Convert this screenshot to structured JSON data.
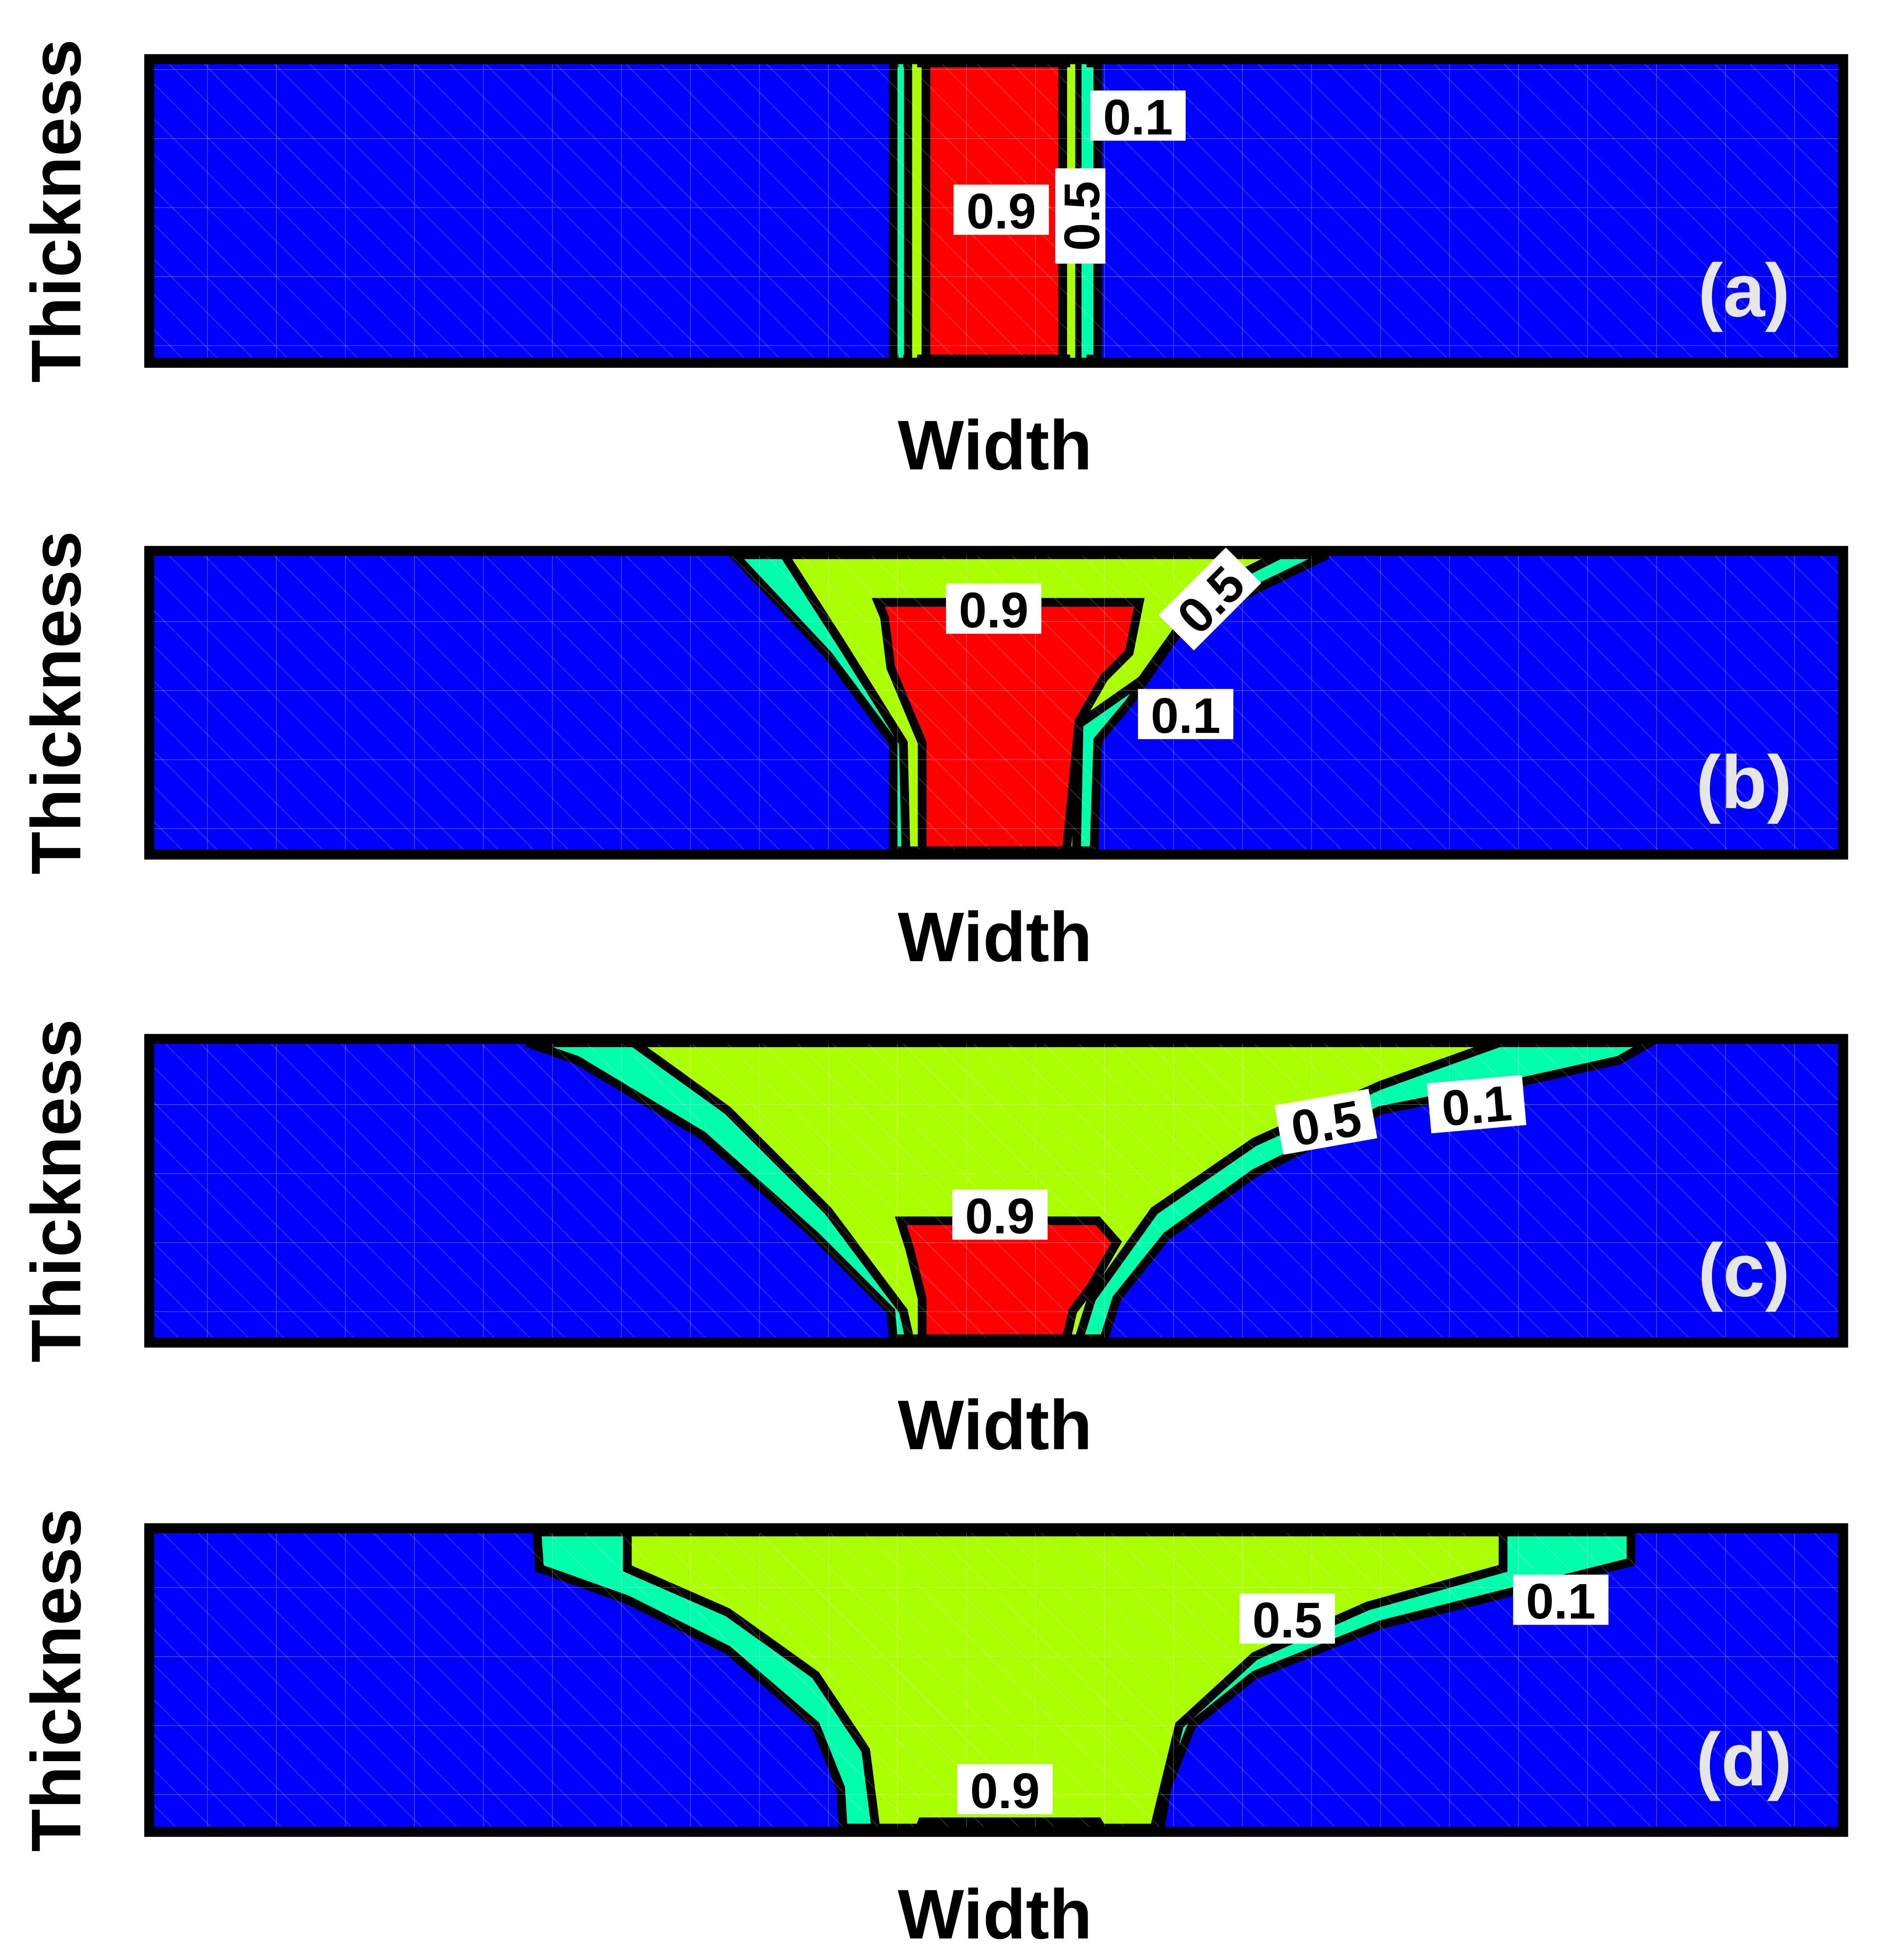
{
  "figure": {
    "x_axis_label": "Width",
    "y_axis_label": "Thickness",
    "colors": {
      "level_low": "#0000ff",
      "level_0_1": "#00ffaa",
      "level_0_5": "#aaff00",
      "level_0_9": "#ff0000",
      "contour_line": "#000000"
    },
    "panels": [
      {
        "letter": "(a)",
        "contour_labels": [
          "0.1",
          "0.9",
          "0.5"
        ]
      },
      {
        "letter": "(b)",
        "contour_labels": [
          "0.9",
          "0.5",
          "0.1"
        ]
      },
      {
        "letter": "(c)",
        "contour_labels": [
          "0.9",
          "0.5",
          "0.1"
        ]
      },
      {
        "letter": "(d)",
        "contour_labels": [
          "0.9",
          "0.5",
          "0.1"
        ]
      }
    ]
  }
}
